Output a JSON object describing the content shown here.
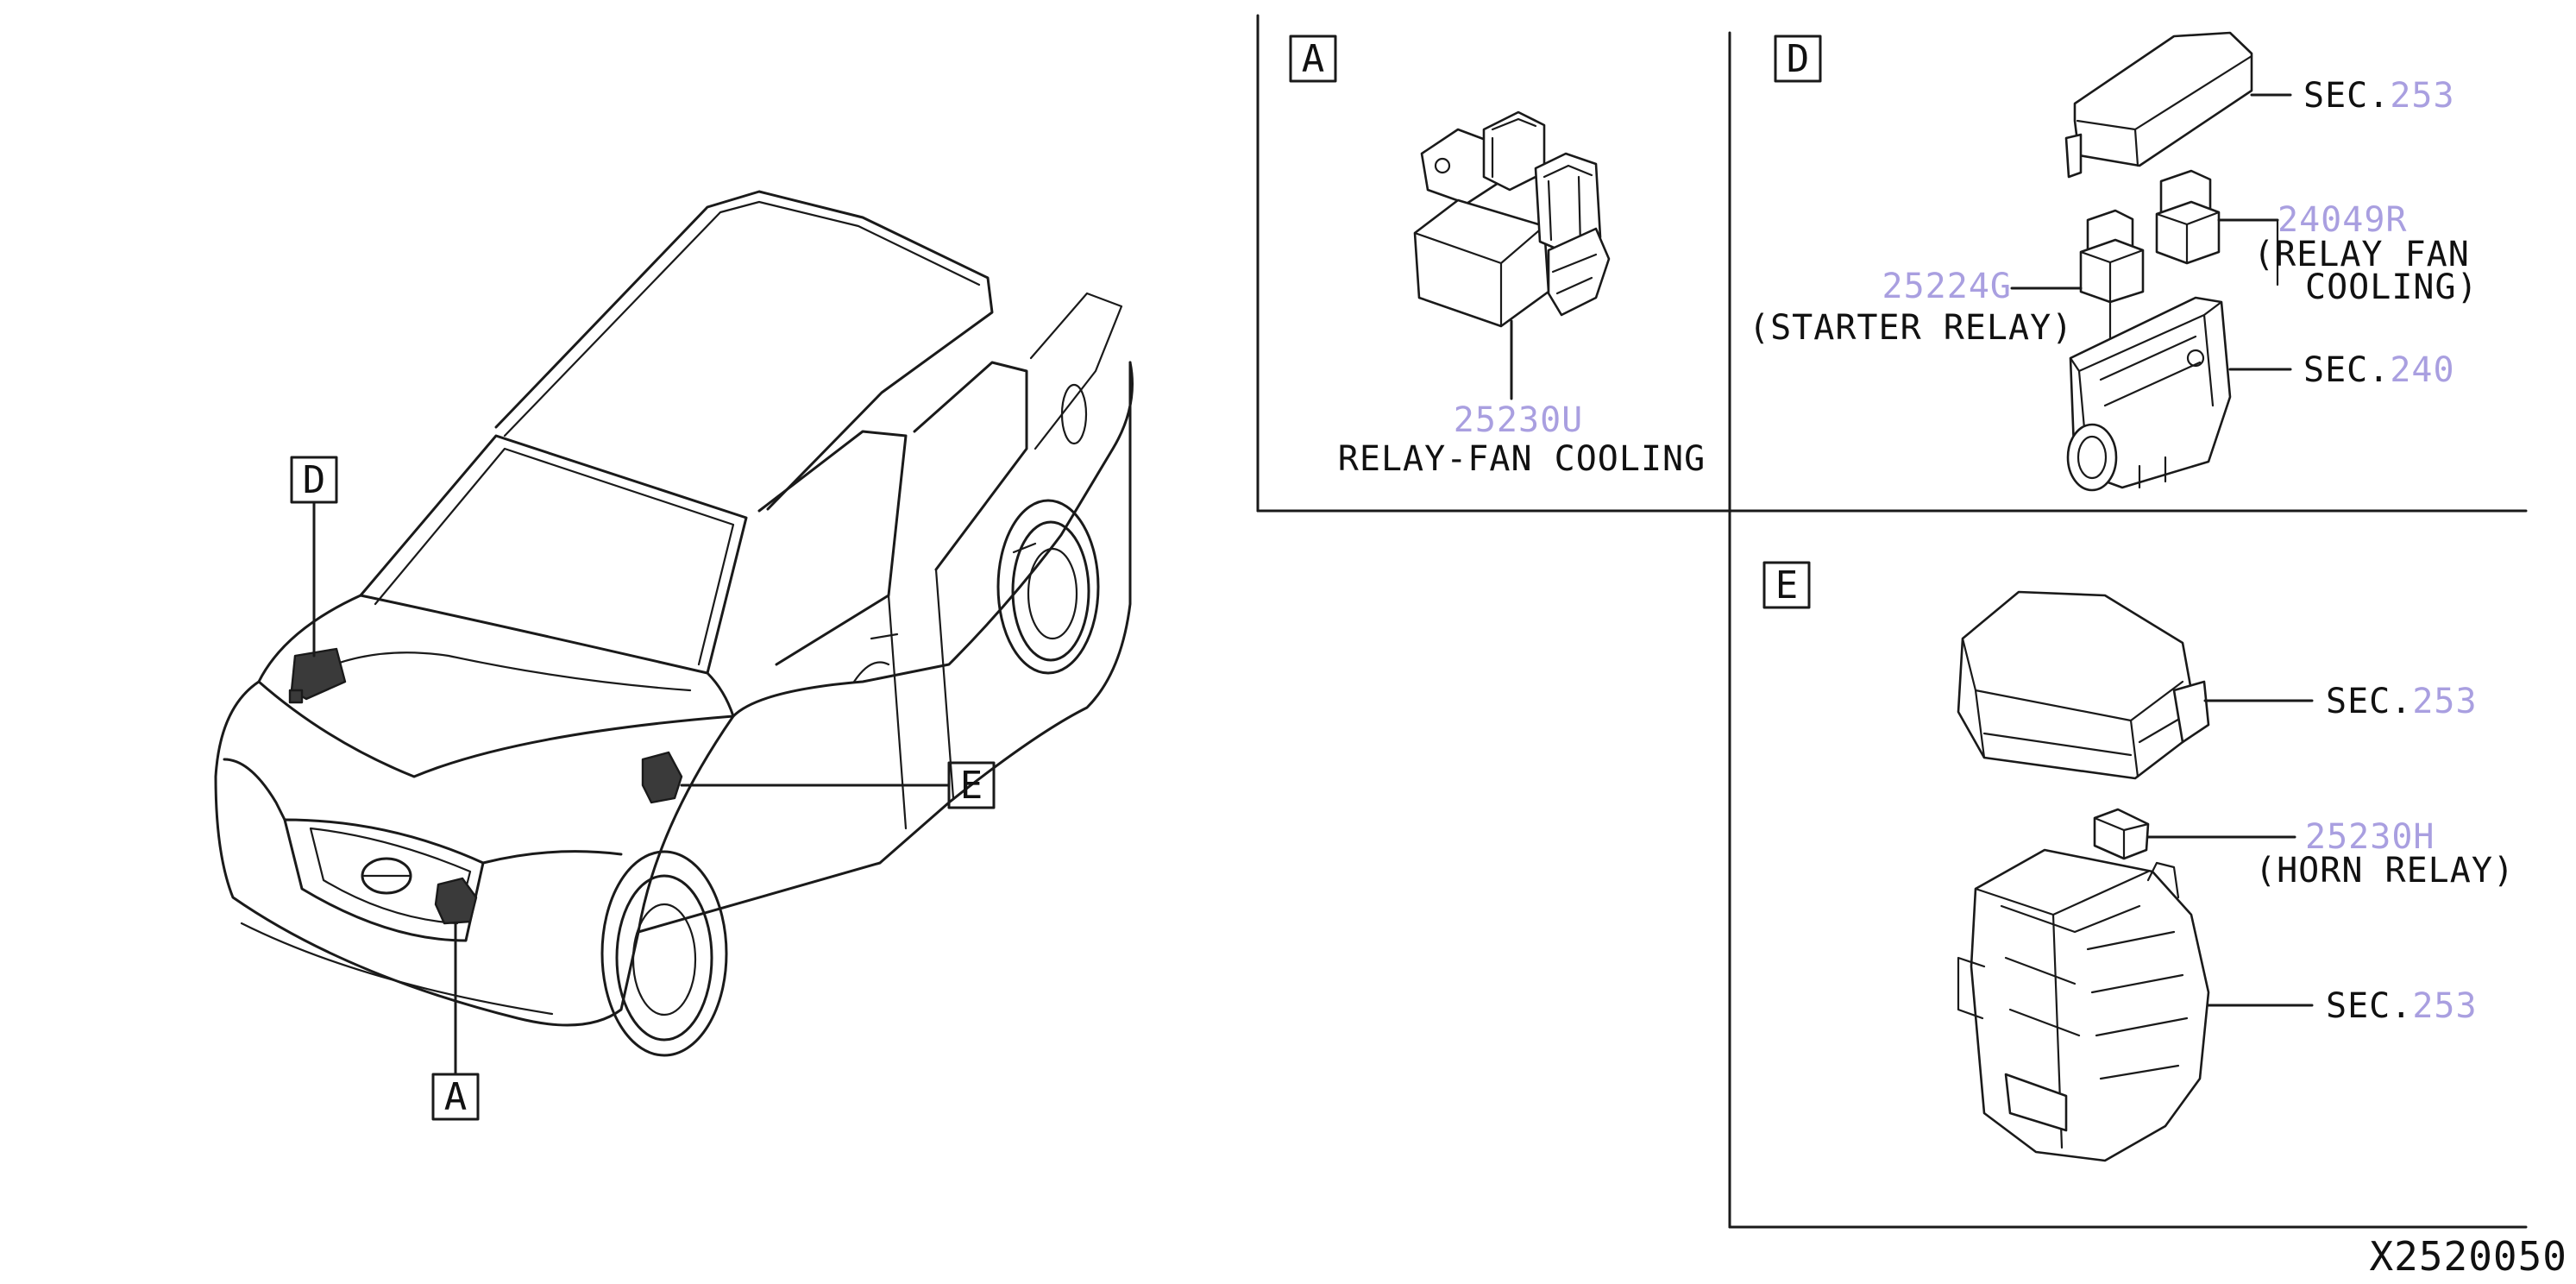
{
  "diagram": {
    "drawing_number": "X2520050",
    "colors": {
      "line": "#1a1a1a",
      "text": "#111111",
      "part_number": "#a99fe0"
    },
    "callouts": {
      "A": "A",
      "D": "D",
      "E": "E"
    },
    "panel_a": {
      "letter": "A",
      "part_number": "25230U",
      "description": "RELAY-FAN COOLING"
    },
    "panel_d": {
      "letter": "D",
      "cover_sec_label": "SEC.",
      "cover_sec_number": "253",
      "relay_fan_part_number": "24049R",
      "relay_fan_desc_line1": "(RELAY FAN",
      "relay_fan_desc_line2": "COOLING)",
      "starter_part_number": "25224G",
      "starter_desc": "(STARTER RELAY)",
      "box_sec_label": "SEC.",
      "box_sec_number": "240"
    },
    "panel_e": {
      "letter": "E",
      "cover_sec_label": "SEC.",
      "cover_sec_number": "253",
      "horn_part_number": "25230H",
      "horn_desc": "(HORN RELAY)",
      "box_sec_label": "SEC.",
      "box_sec_number": "253"
    }
  }
}
